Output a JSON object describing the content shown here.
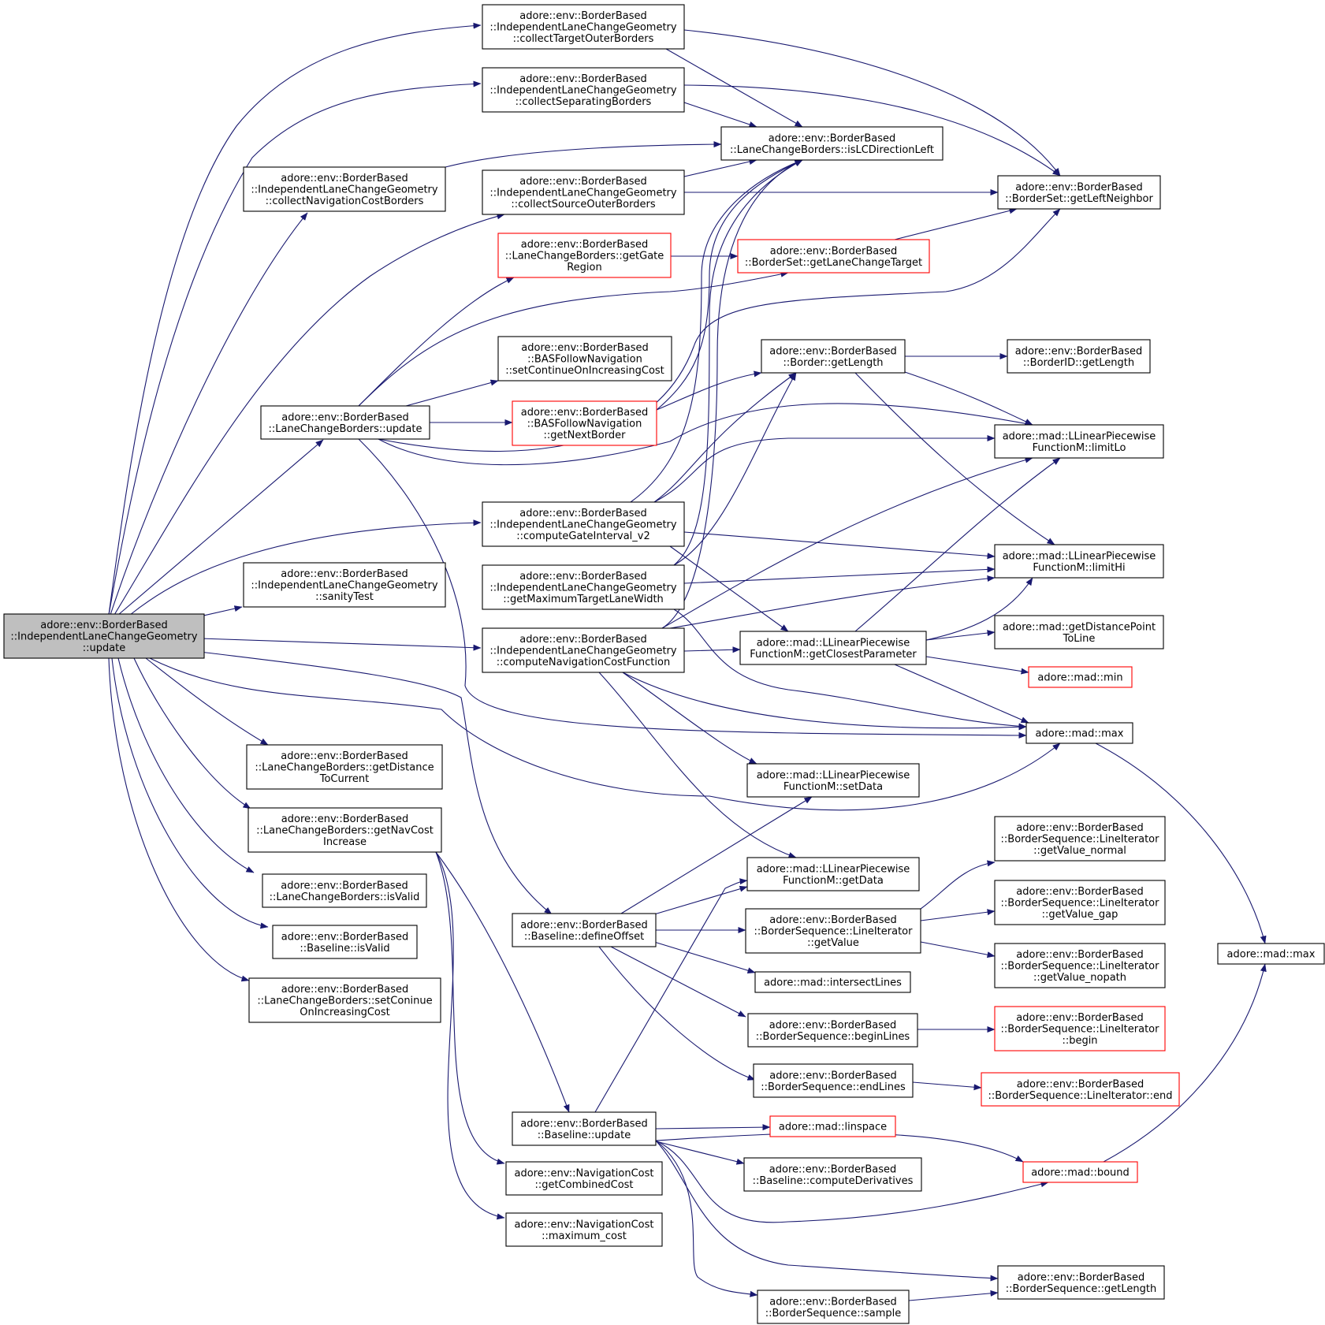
{
  "colors": {
    "edge": "#191970",
    "node_border": "#000000",
    "incomplete_border": "#ff0000",
    "root_fill": "#bfbfbf"
  },
  "nodes": [
    {
      "id": "root",
      "lines": [
        "adore::env::BorderBased",
        "::IndependentLaneChangeGeometry",
        "::update"
      ]
    },
    {
      "id": "cTOB",
      "lines": [
        "adore::env::BorderBased",
        "::IndependentLaneChangeGeometry",
        "::collectTargetOuterBorders"
      ]
    },
    {
      "id": "cSB",
      "lines": [
        "adore::env::BorderBased",
        "::IndependentLaneChangeGeometry",
        "::collectSeparatingBorders"
      ]
    },
    {
      "id": "isLC",
      "lines": [
        "adore::env::BorderBased",
        "::LaneChangeBorders::isLCDirectionLeft"
      ]
    },
    {
      "id": "cNCB",
      "lines": [
        "adore::env::BorderBased",
        "::IndependentLaneChangeGeometry",
        "::collectNavigationCostBorders"
      ]
    },
    {
      "id": "cSOB",
      "lines": [
        "adore::env::BorderBased",
        "::IndependentLaneChangeGeometry",
        "::collectSourceOuterBorders"
      ]
    },
    {
      "id": "gLN",
      "lines": [
        "adore::env::BorderBased",
        "::BorderSet::getLeftNeighbor"
      ]
    },
    {
      "id": "gGR",
      "lines": [
        "adore::env::BorderBased",
        "::LaneChangeBorders::getGate",
        "Region"
      ]
    },
    {
      "id": "gLCT",
      "lines": [
        "adore::env::BorderBased",
        "::BorderSet::getLaneChangeTarget"
      ]
    },
    {
      "id": "sCOIC",
      "lines": [
        "adore::env::BorderBased",
        "::BASFollowNavigation",
        "::setContinueOnIncreasingCost"
      ]
    },
    {
      "id": "bGL",
      "lines": [
        "adore::env::BorderBased",
        "::Border::getLength"
      ]
    },
    {
      "id": "bidGL",
      "lines": [
        "adore::env::BorderBased",
        "::BorderID::getLength"
      ]
    },
    {
      "id": "lcbU",
      "lines": [
        "adore::env::BorderBased",
        "::LaneChangeBorders::update"
      ]
    },
    {
      "id": "gNB",
      "lines": [
        "adore::env::BorderBased",
        "::BASFollowNavigation",
        "::getNextBorder"
      ]
    },
    {
      "id": "lLo",
      "lines": [
        "adore::mad::LLinearPiecewise",
        "FunctionM::limitLo"
      ]
    },
    {
      "id": "cGI",
      "lines": [
        "adore::env::BorderBased",
        "::IndependentLaneChangeGeometry",
        "::computeGateInterval_v2"
      ]
    },
    {
      "id": "lHi",
      "lines": [
        "adore::mad::LLinearPiecewise",
        "FunctionM::limitHi"
      ]
    },
    {
      "id": "sT",
      "lines": [
        "adore::env::BorderBased",
        "::IndependentLaneChangeGeometry",
        "::sanityTest"
      ]
    },
    {
      "id": "gMTLW",
      "lines": [
        "adore::env::BorderBased",
        "::IndependentLaneChangeGeometry",
        "::getMaximumTargetLaneWidth"
      ]
    },
    {
      "id": "cNCF",
      "lines": [
        "adore::env::BorderBased",
        "::IndependentLaneChangeGeometry",
        "::computeNavigationCostFunction"
      ]
    },
    {
      "id": "gCP",
      "lines": [
        "adore::mad::LLinearPiecewise",
        "FunctionM::getClosestParameter"
      ]
    },
    {
      "id": "gDPL",
      "lines": [
        "adore::mad::getDistancePoint",
        "ToLine"
      ]
    },
    {
      "id": "min",
      "lines": [
        "adore::mad::min"
      ]
    },
    {
      "id": "max1",
      "lines": [
        "adore::mad::max"
      ]
    },
    {
      "id": "gDTC",
      "lines": [
        "adore::env::BorderBased",
        "::LaneChangeBorders::getDistance",
        "ToCurrent"
      ]
    },
    {
      "id": "setD",
      "lines": [
        "adore::mad::LLinearPiecewise",
        "FunctionM::setData"
      ]
    },
    {
      "id": "gNCI",
      "lines": [
        "adore::env::BorderBased",
        "::LaneChangeBorders::getNavCost",
        "Increase"
      ]
    },
    {
      "id": "vN",
      "lines": [
        "adore::env::BorderBased",
        "::BorderSequence::LineIterator",
        "::getValue_normal"
      ]
    },
    {
      "id": "getD",
      "lines": [
        "adore::mad::LLinearPiecewise",
        "FunctionM::getData"
      ]
    },
    {
      "id": "lcbV",
      "lines": [
        "adore::env::BorderBased",
        "::LaneChangeBorders::isValid"
      ]
    },
    {
      "id": "vG",
      "lines": [
        "adore::env::BorderBased",
        "::BorderSequence::LineIterator",
        "::getValue_gap"
      ]
    },
    {
      "id": "gV",
      "lines": [
        "adore::env::BorderBased",
        "::BorderSequence::LineIterator",
        "::getValue"
      ]
    },
    {
      "id": "dO",
      "lines": [
        "adore::env::BorderBased",
        "::Baseline::defineOffset"
      ]
    },
    {
      "id": "blV",
      "lines": [
        "adore::env::BorderBased",
        "::Baseline::isValid"
      ]
    },
    {
      "id": "max2",
      "lines": [
        "adore::mad::max"
      ]
    },
    {
      "id": "vNP",
      "lines": [
        "adore::env::BorderBased",
        "::BorderSequence::LineIterator",
        "::getValue_nopath"
      ]
    },
    {
      "id": "iL",
      "lines": [
        "adore::mad::intersectLines"
      ]
    },
    {
      "id": "sCOI",
      "lines": [
        "adore::env::BorderBased",
        "::LaneChangeBorders::setConinue",
        "OnIncreasingCost"
      ]
    },
    {
      "id": "bL",
      "lines": [
        "adore::env::BorderBased",
        "::BorderSequence::beginLines"
      ]
    },
    {
      "id": "itB",
      "lines": [
        "adore::env::BorderBased",
        "::BorderSequence::LineIterator",
        "::begin"
      ]
    },
    {
      "id": "eL",
      "lines": [
        "adore::env::BorderBased",
        "::BorderSequence::endLines"
      ]
    },
    {
      "id": "itE",
      "lines": [
        "adore::env::BorderBased",
        "::BorderSequence::LineIterator::end"
      ]
    },
    {
      "id": "blU",
      "lines": [
        "adore::env::BorderBased",
        "::Baseline::update"
      ]
    },
    {
      "id": "lin",
      "lines": [
        "adore::mad::linspace"
      ]
    },
    {
      "id": "bnd",
      "lines": [
        "adore::mad::bound"
      ]
    },
    {
      "id": "cD",
      "lines": [
        "adore::env::BorderBased",
        "::Baseline::computeDerivatives"
      ]
    },
    {
      "id": "gCC",
      "lines": [
        "adore::env::NavigationCost",
        "::getCombinedCost"
      ]
    },
    {
      "id": "mC",
      "lines": [
        "adore::env::NavigationCost",
        "::maximum_cost"
      ]
    },
    {
      "id": "bsGL",
      "lines": [
        "adore::env::BorderBased",
        "::BorderSequence::getLength"
      ]
    },
    {
      "id": "smp",
      "lines": [
        "adore::env::BorderBased",
        "::BorderSequence::sample"
      ]
    }
  ]
}
